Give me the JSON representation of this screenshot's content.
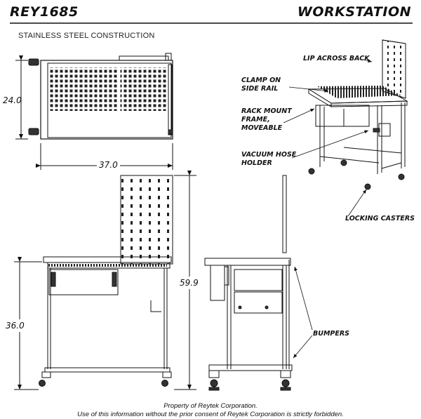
{
  "header": {
    "model": "REY1685",
    "product": "WORKSTATION",
    "subtitle": "STAINLESS STEEL CONSTRUCTION"
  },
  "dimensions": {
    "top_depth": "24.0",
    "top_width": "37.0",
    "overall_height": "59.9",
    "work_height": "36.0"
  },
  "callouts": {
    "lip": "LIP ACROSS BACK",
    "clamp": "CLAMP ON\nSIDE RAIL",
    "rack": "RACK MOUNT\nFRAME,\nMOVEABLE",
    "vacuum": "VACUUM HOSE\nHOLDER",
    "casters": "LOCKING CASTERS",
    "bumpers": "BUMPERS"
  },
  "footer": {
    "line1": "Property of Reytek Corporation.",
    "line2": "Use of this information without the prior consent of Reytek Corporation is strictly forbidden."
  }
}
